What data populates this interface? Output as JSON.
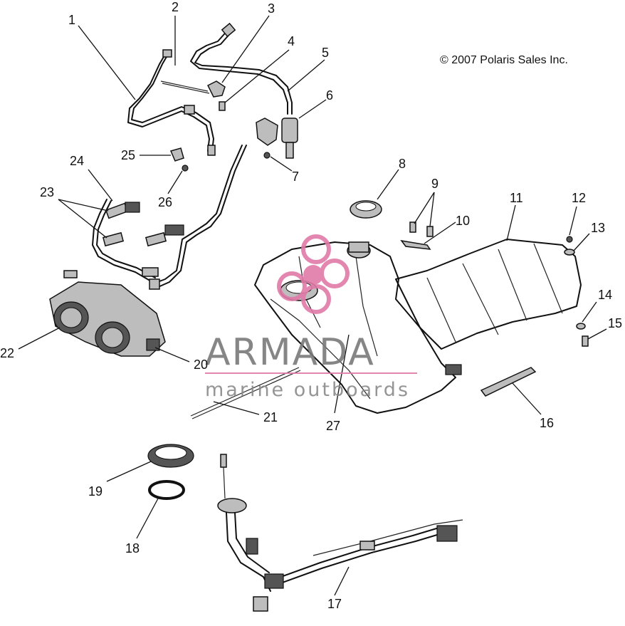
{
  "copyright": "© 2007 Polaris Sales Inc.",
  "watermark": {
    "title": "ARMADA",
    "subtitle": "marine outboards",
    "logo_color": "#e07aa8"
  },
  "callouts": [
    "1",
    "2",
    "3",
    "4",
    "5",
    "6",
    "7",
    "8",
    "9",
    "10",
    "11",
    "12",
    "13",
    "14",
    "15",
    "16",
    "17",
    "18",
    "19",
    "20",
    "21",
    "22",
    "23",
    "24",
    "25",
    "26",
    "27"
  ]
}
